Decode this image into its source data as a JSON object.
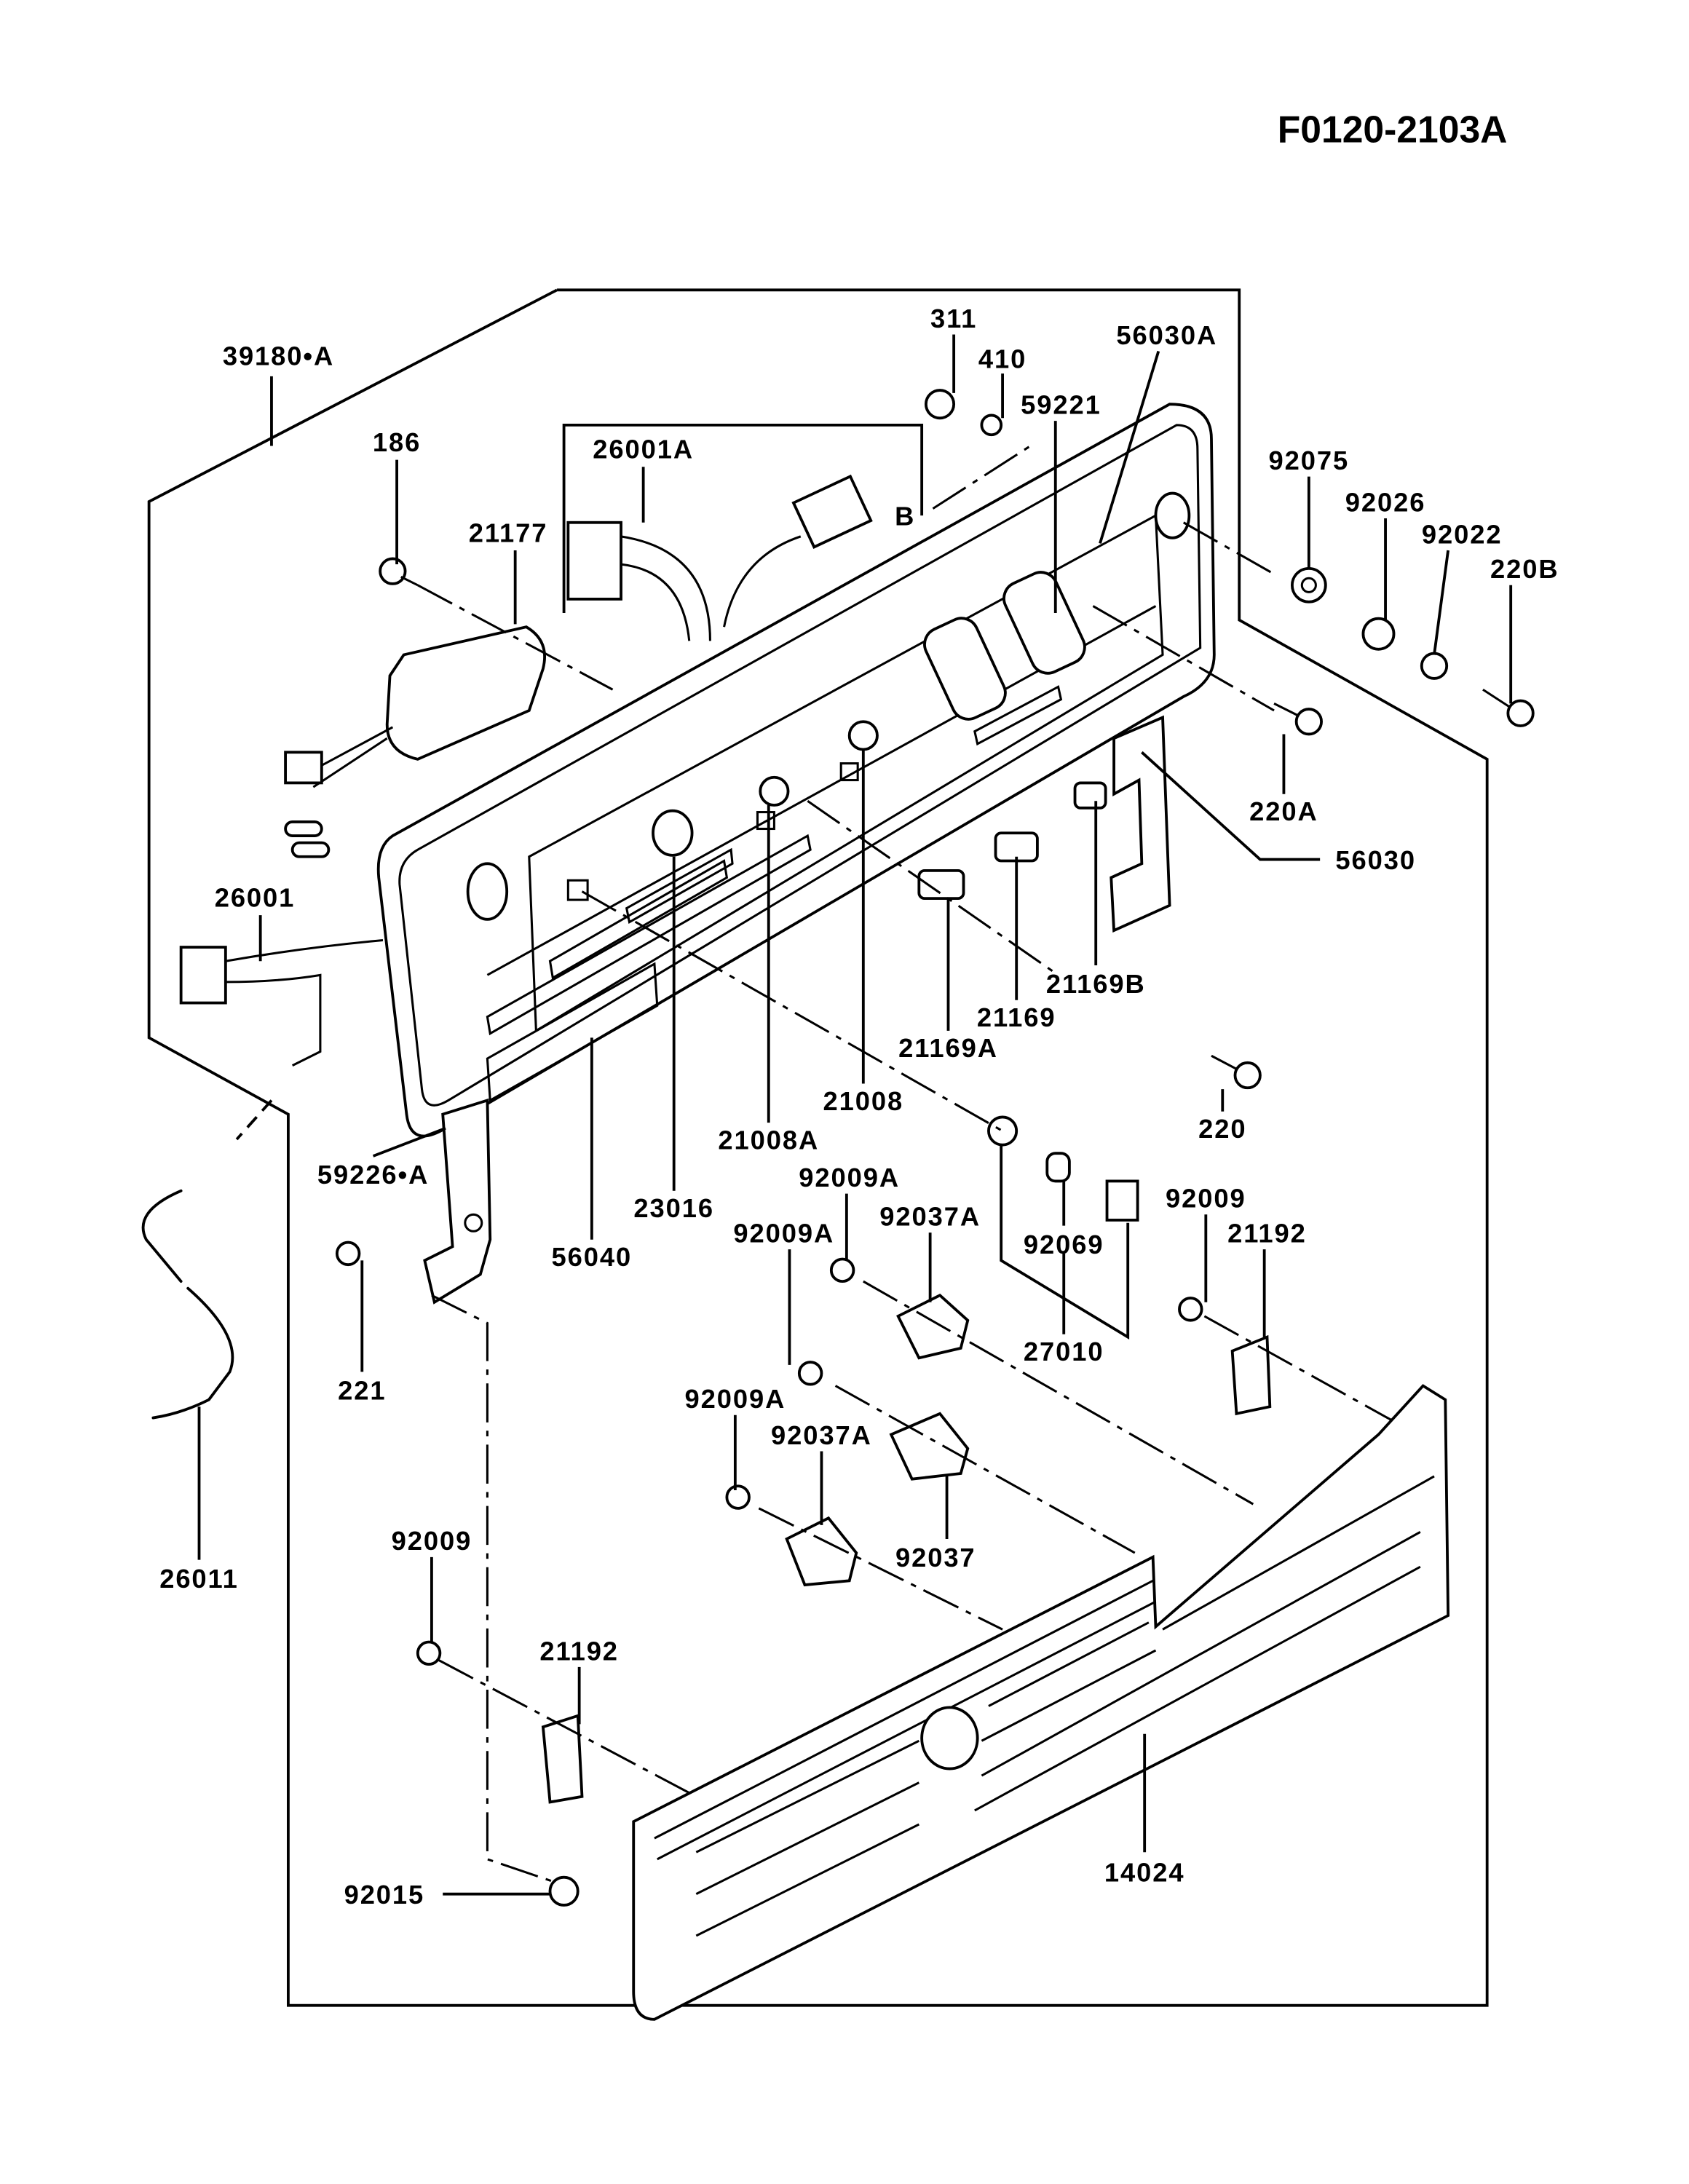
{
  "diagram_code": "F0120-2103A",
  "parts": {
    "p39180A": "39180•A",
    "p311": "311",
    "p410": "410",
    "p56030A": "56030A",
    "p59221": "59221",
    "p186": "186",
    "p26001A": "26001A",
    "connB": "B",
    "p21177": "21177",
    "p92075": "92075",
    "p92026": "92026",
    "p92022": "92022",
    "p220B": "220B",
    "p220A": "220A",
    "p56030": "56030",
    "p26001": "26001",
    "p21169B": "21169B",
    "p21169": "21169",
    "p21169A": "21169A",
    "p220": "220",
    "p21008": "21008",
    "p21008A": "21008A",
    "p59226A": "59226•A",
    "p23016": "23016",
    "p92009A_1": "92009A",
    "p92009A_2": "92009A",
    "p92037A_1": "92037A",
    "p92069": "92069",
    "p92009_1": "92009",
    "p21192_1": "21192",
    "p56040": "56040",
    "p27010": "27010",
    "p221": "221",
    "p92009A_3": "92009A",
    "p92037A_2": "92037A",
    "p92037": "92037",
    "p92009_2": "92009",
    "p26011": "26011",
    "p21192_2": "21192",
    "p14024": "14024",
    "p92015": "92015"
  }
}
